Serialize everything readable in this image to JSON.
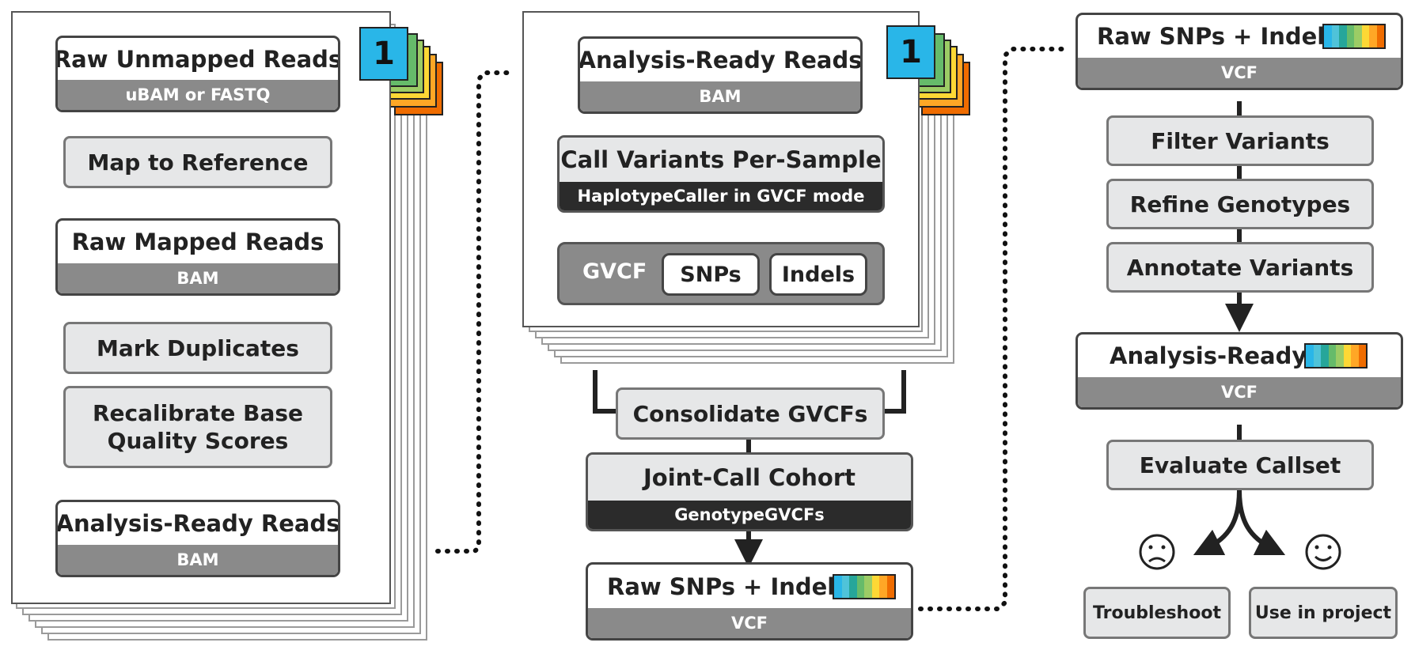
{
  "panel1": {
    "tab_number": "1",
    "raw_unmapped": {
      "title": "Raw Unmapped Reads",
      "format": "uBAM or FASTQ"
    },
    "map_to_reference": "Map to Reference",
    "raw_mapped": {
      "title": "Raw Mapped Reads",
      "format": "BAM"
    },
    "mark_duplicates": "Mark Duplicates",
    "recalibrate": "Recalibrate Base Quality Scores",
    "analysis_ready": {
      "title": "Analysis-Ready Reads",
      "format": "BAM"
    }
  },
  "panel2": {
    "tab_number": "1",
    "analysis_ready": {
      "title": "Analysis-Ready Reads",
      "format": "BAM"
    },
    "call_variants": {
      "title": "Call Variants Per-Sample",
      "tool": "HaplotypeCaller in GVCF mode"
    },
    "gvcf": {
      "label": "GVCF",
      "snps": "SNPs",
      "indels": "Indels"
    },
    "consolidate": "Consolidate GVCFs",
    "joint_call": {
      "title": "Joint-Call Cohort",
      "tool": "GenotypeGVCFs"
    },
    "raw_snps": {
      "title": "Raw SNPs + Indels",
      "format": "VCF"
    }
  },
  "panel3": {
    "raw_snps": {
      "title": "Raw SNPs + Indels",
      "format": "VCF"
    },
    "filter_variants": "Filter Variants",
    "refine_genotypes": "Refine Genotypes",
    "annotate_variants": "Annotate Variants",
    "analysis_ready": {
      "title": "Analysis-Ready",
      "format": "VCF"
    },
    "evaluate_callset": "Evaluate Callset",
    "troubleshoot": "Troubleshoot",
    "use_in_project": "Use in project"
  },
  "colors": {
    "tab_front": "#29b6e8",
    "stack_tabs": [
      "#66bb6a",
      "#9ccc65",
      "#fdd835",
      "#ffa726",
      "#ef6c00"
    ],
    "rainbow": [
      "#29b6e8",
      "#4fc3d9",
      "#26a69a",
      "#66bb6a",
      "#9ccc65",
      "#fdd835",
      "#ffa726",
      "#ef6c00"
    ]
  },
  "icons": {
    "sad": "sad-face-icon",
    "happy": "happy-face-icon"
  }
}
